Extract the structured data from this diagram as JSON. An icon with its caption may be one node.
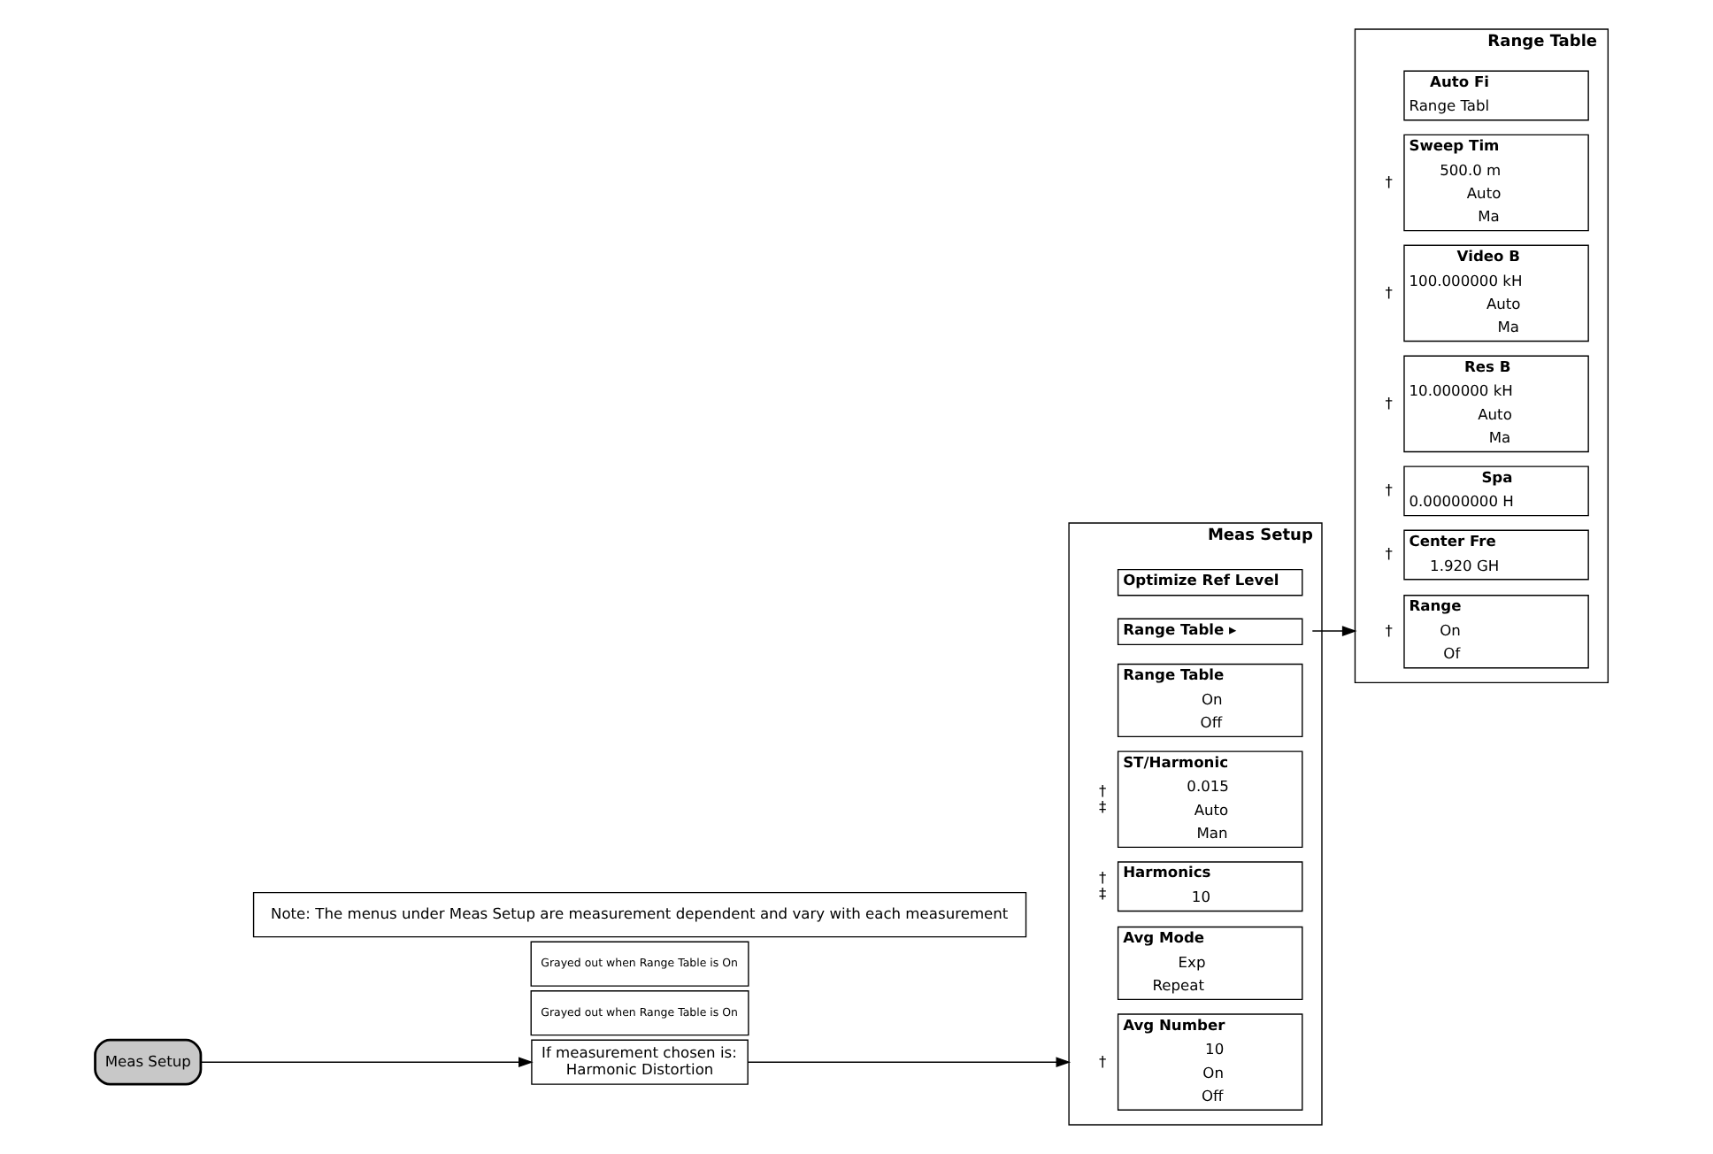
{
  "diagram": {
    "nodes": [
      {
        "text": [
          "Meas Setup"
        ]
      },
      {
        "text": [
          "If measurement chosen is:",
          "Harmonic Distortion"
        ]
      },
      {
        "text": [
          "Meas Setup"
        ]
      },
      {
        "text": [
          "Avg Number",
          "10",
          "On",
          "Off"
        ],
        "in": 2,
        "beside": [
          "†"
        ]
      },
      {
        "text": [
          "Avg Mode",
          "Exp",
          "Repeat"
        ],
        "in": 2
      },
      {
        "text": [
          "Harmonics",
          "10"
        ],
        "in": 2,
        "beside": [
          "†",
          "‡"
        ]
      },
      {
        "text": [
          "ST/Harmonic",
          "0.015",
          "Auto",
          "Man"
        ],
        "in": 2,
        "beside": [
          "†",
          "‡"
        ]
      },
      {
        "text": [
          "Range Table",
          "On",
          "Off"
        ],
        "in": 2
      },
      {
        "text": [
          "Range Table ▸"
        ],
        "in": 2
      },
      {
        "text": [
          "Optimize Ref Level"
        ],
        "in": 2
      },
      {
        "text": [
          "Grayed out when Range Table is On"
        ]
      },
      {
        "text": [
          "Grayed out when Range Table is On"
        ]
      },
      {
        "text": [
          "Note: The menus under Meas Setup are measurement dependent and vary with each measurement"
        ]
      },
      {
        "text": [
          "Range Table"
        ]
      },
      {
        "text": [
          "Range",
          "On",
          "Of"
        ],
        "in": 13,
        "beside": [
          "†"
        ]
      },
      {
        "text": [
          "Center Fre",
          "1.920 GH"
        ],
        "in": 13,
        "beside": [
          "†"
        ]
      },
      {
        "text": [
          "Spa",
          "0.00000000 H"
        ],
        "in": 13,
        "beside": [
          "†"
        ]
      },
      {
        "text": [
          "Res B",
          "10.000000 kH",
          "Auto",
          "Ma"
        ],
        "in": 13,
        "beside": [
          "†"
        ]
      },
      {
        "text": [
          "Video B",
          "100.000000 kH",
          "Auto",
          "Ma"
        ],
        "in": 13,
        "beside": [
          "†"
        ]
      },
      {
        "text": [
          "Sweep Tim",
          "500.0 m",
          "Auto",
          "Ma"
        ],
        "in": 13,
        "beside": [
          "†"
        ]
      },
      {
        "text": [
          "Auto Fi",
          "Range Tabl"
        ],
        "in": 13
      }
    ],
    "edges": [
      {
        "from": 0,
        "to": 1,
        "arrow": "to"
      },
      {
        "from": 1,
        "to": 2,
        "arrow": "to"
      },
      {
        "from": 8,
        "to": 13,
        "arrow": "to"
      }
    ]
  }
}
